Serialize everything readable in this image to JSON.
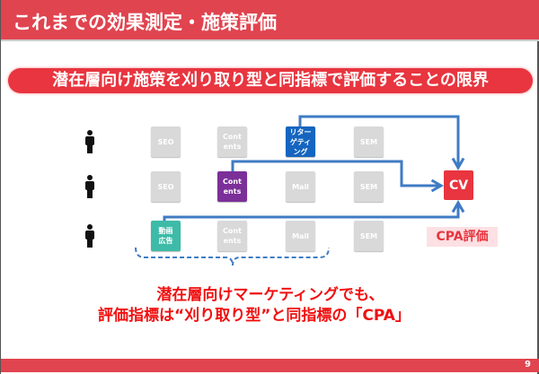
{
  "header": {
    "title": "これまでの効果測定・施策評価"
  },
  "banner": {
    "text": "潜在層向け施策を刈り取り型と同指標で評価することの限界"
  },
  "rows": [
    {
      "cells": [
        {
          "label": "SEO",
          "active": false
        },
        {
          "label": "Cont ents",
          "active": false
        },
        {
          "label": "リター ゲティ ング",
          "active": true,
          "color": "#1565C0"
        },
        {
          "label": "SEM",
          "active": false
        }
      ]
    },
    {
      "cells": [
        {
          "label": "SEO",
          "active": false
        },
        {
          "label": "Cont ents",
          "active": true,
          "color": "#7B3099"
        },
        {
          "label": "Mail",
          "active": false
        },
        {
          "label": "SEM",
          "active": false
        }
      ]
    },
    {
      "cells": [
        {
          "label": "動画 広告",
          "active": true,
          "color": "#3DBBA8"
        },
        {
          "label": "Cont ents",
          "active": false
        },
        {
          "label": "Mail",
          "active": false
        },
        {
          "label": "SEM",
          "active": false
        }
      ]
    }
  ],
  "cv": {
    "label": "CV",
    "color": "#E8353F"
  },
  "cpa_label": "CPA評価",
  "message": {
    "line1": "潜在層向けマーケティングでも、",
    "line2": "評価指標は“刈り取り型”と同指標の「CPA」"
  },
  "footer": {
    "page": "9"
  },
  "colors": {
    "accent": "#E0444F",
    "arrow": "#3F7BC4"
  }
}
